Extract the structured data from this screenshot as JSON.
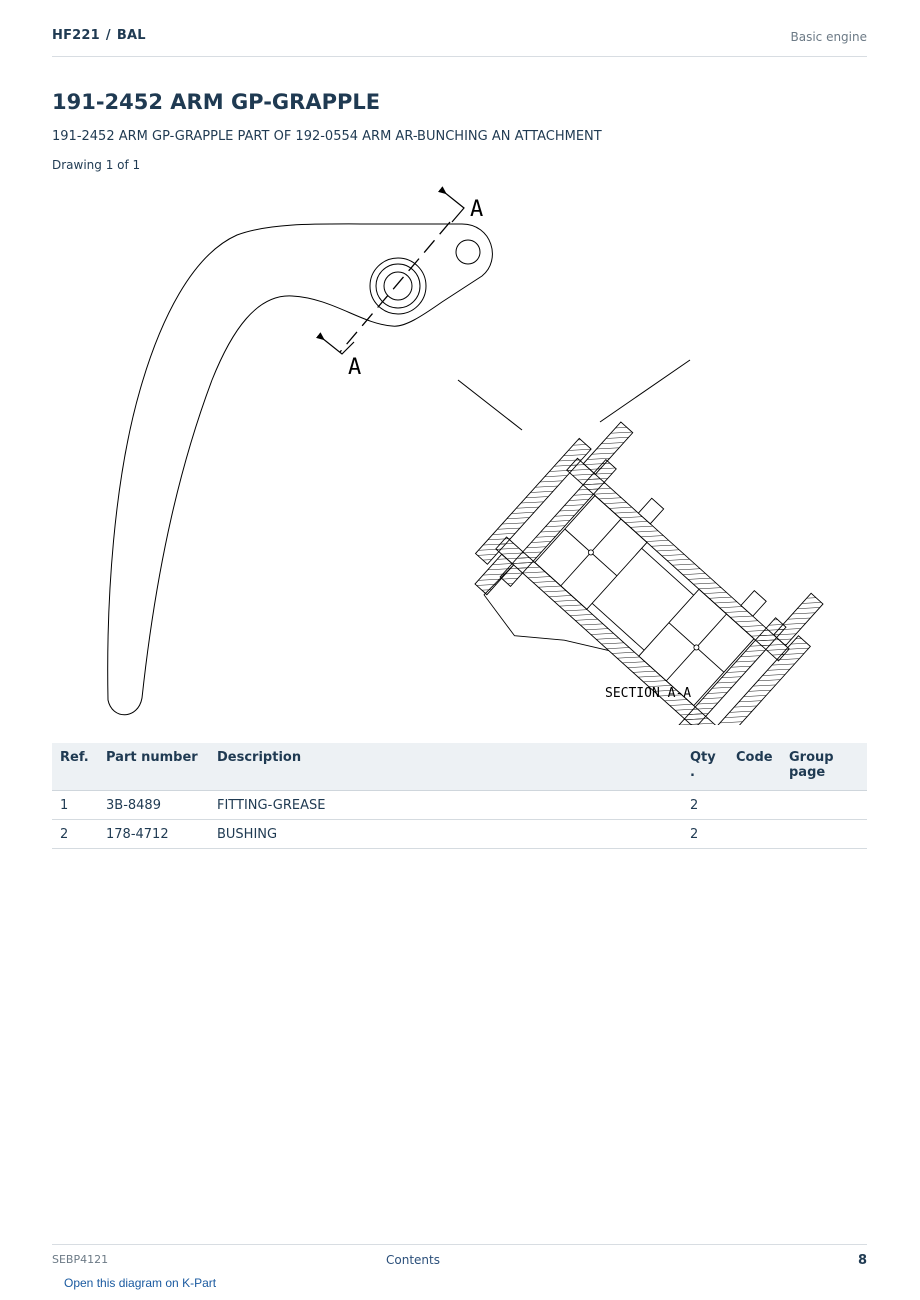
{
  "header": {
    "model": "HF221",
    "separator": "/",
    "serial": "BAL",
    "section": "Basic engine"
  },
  "title": "191-2452 ARM GP-GRAPPLE",
  "subtitle": "191-2452 ARM GP-GRAPPLE PART OF 192-0554 ARM AR-BUNCHING AN ATTACHMENT",
  "drawing_count": "Drawing 1 of 1",
  "drawing": {
    "section_marker": "A",
    "section_label": "SECTION A-A"
  },
  "table": {
    "headers": {
      "ref": "Ref.",
      "part_number": "Part number",
      "description": "Description",
      "qty_line1": "Qty",
      "qty_line2": ".",
      "code": "Code",
      "group_page_line1": "Group",
      "group_page_line2": "page"
    },
    "rows": [
      {
        "ref": "1",
        "part_number": "3B-8489",
        "description": "FITTING-GREASE",
        "qty": "2",
        "code": "",
        "group_page": ""
      },
      {
        "ref": "2",
        "part_number": "178-4712",
        "description": "BUSHING",
        "qty": "2",
        "code": "",
        "group_page": ""
      }
    ]
  },
  "footer": {
    "doc_id": "SEBP4121",
    "contents_link": "Contents",
    "page_number": "8"
  },
  "kpart_link": "Open this diagram on K-Part"
}
